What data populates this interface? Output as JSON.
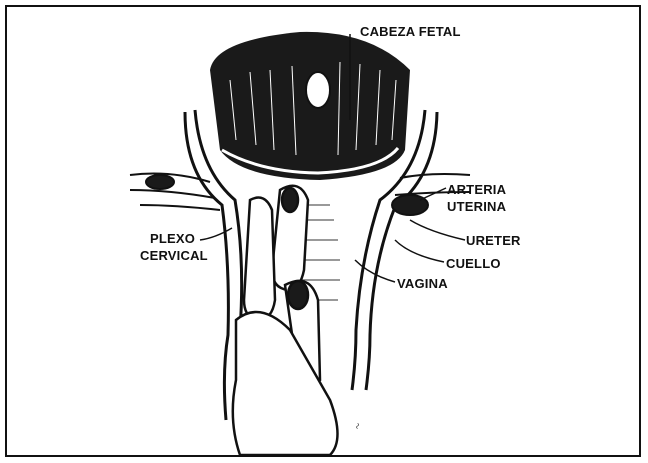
{
  "labels": {
    "fetal_head": "CABEZA FETAL",
    "uterine_artery_line1": "ARTERIA",
    "uterine_artery_line2": "UTERINA",
    "ureter": "URETER",
    "cervix": "CUELLO",
    "vagina": "VAGINA",
    "plexus_line1": "PLEXO",
    "plexus_line2": "CERVICAL"
  },
  "colors": {
    "ink": "#111111",
    "background": "#ffffff"
  }
}
